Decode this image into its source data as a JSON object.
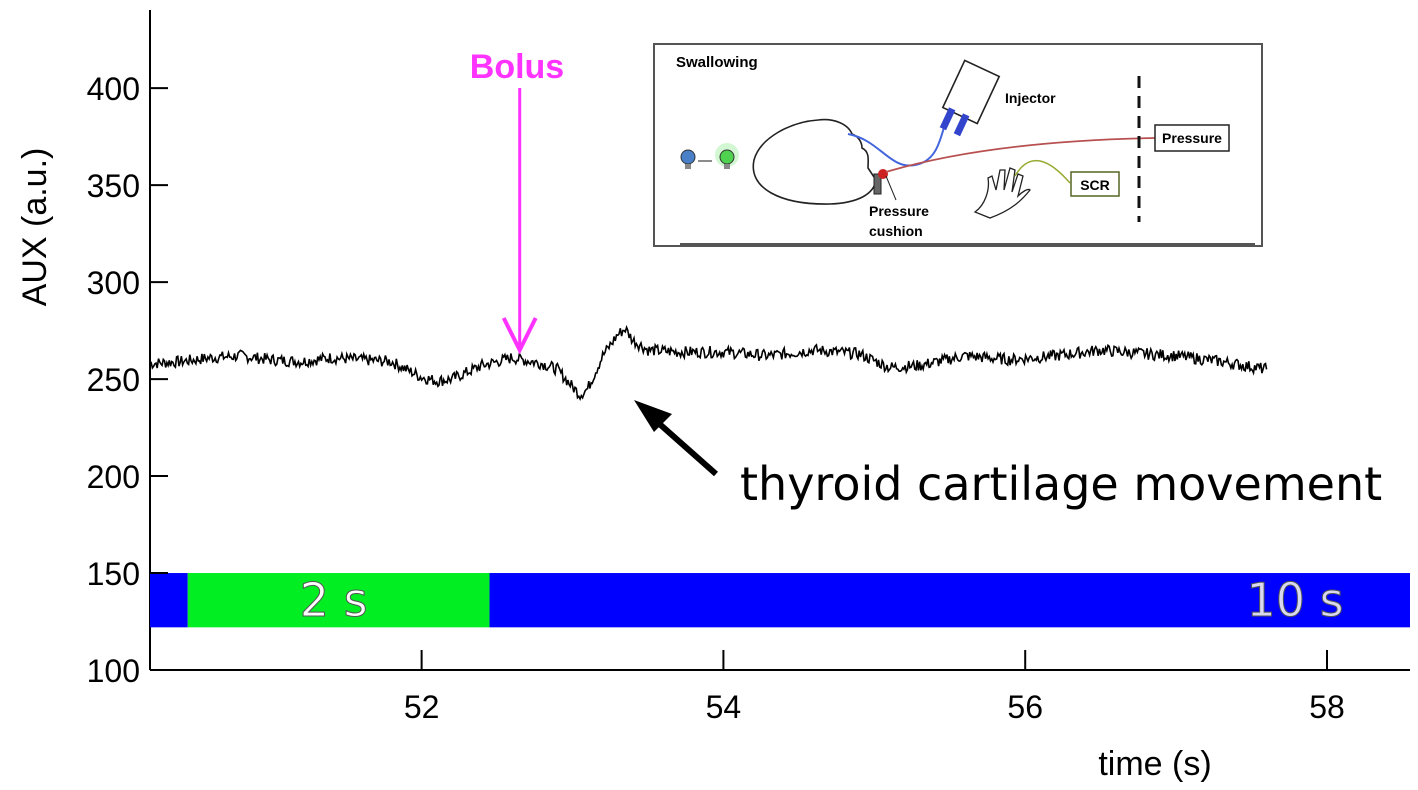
{
  "chart_data": {
    "type": "line",
    "title": "",
    "xlabel": "time (s)",
    "ylabel": "AUX (a.u.)",
    "xlim": [
      50.2,
      58.55
    ],
    "ylim": [
      100,
      430
    ],
    "xticks": [
      52,
      54,
      56,
      58
    ],
    "yticks": [
      100,
      150,
      200,
      250,
      300,
      350,
      400
    ],
    "grid": false,
    "series": [
      {
        "color": "#000000",
        "x": [
          50.2,
          50.4,
          50.6,
          50.8,
          51.0,
          51.2,
          51.4,
          51.6,
          51.8,
          52.0,
          52.1,
          52.2,
          52.4,
          52.6,
          52.8,
          52.9,
          53.0,
          53.05,
          53.1,
          53.2,
          53.3,
          53.35,
          53.4,
          53.5,
          53.7,
          54.0,
          54.3,
          54.6,
          54.9,
          55.1,
          55.3,
          55.6,
          55.9,
          56.2,
          56.5,
          56.8,
          57.0,
          57.3,
          57.6
        ],
        "values": [
          258,
          259,
          261,
          262,
          260,
          259,
          261,
          260,
          259,
          251,
          249,
          250,
          257,
          261,
          258,
          255,
          246,
          242,
          245,
          262,
          273,
          276,
          270,
          265,
          264,
          264,
          262,
          265,
          263,
          256,
          257,
          262,
          260,
          262,
          265,
          263,
          262,
          259,
          255
        ]
      }
    ],
    "annotations": [
      {
        "text": "Bolus",
        "x": 52.65,
        "color": "#ff33ff"
      },
      {
        "text": "thyroid cartilage movement",
        "x": 53.4,
        "y": 240,
        "color": "#000000"
      }
    ],
    "stimulus_bar": {
      "y_range": [
        122,
        150
      ],
      "segments": [
        {
          "x0": 50.2,
          "x1": 50.45,
          "color": "#0000ff",
          "label": ""
        },
        {
          "x0": 50.45,
          "x1": 52.45,
          "color": "#00ee22",
          "label": "2 s"
        },
        {
          "x0": 52.45,
          "x1": 58.55,
          "color": "#0000ff",
          "label": "10 s"
        }
      ]
    }
  },
  "inset": {
    "title": "Swallowing",
    "labels": {
      "injector": "Injector",
      "pressure": "Pressure",
      "scr": "SCR",
      "cushion_line1": "Pressure",
      "cushion_line2": "cushion"
    }
  }
}
